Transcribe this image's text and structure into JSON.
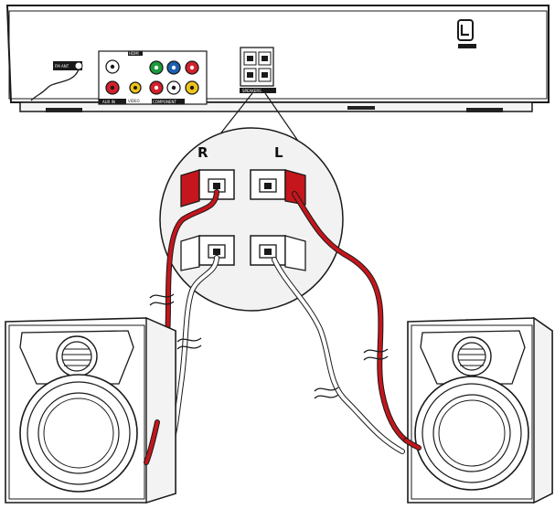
{
  "diagram": {
    "channel_labels": {
      "right": "R",
      "left": "L"
    },
    "panel_labels": {
      "antenna": "FM ANT",
      "audio_in": "AUX IN",
      "video": "VIDEO",
      "component": "COMPONENT",
      "hdmi": "HDMI",
      "speakers": "SPEAKERS"
    },
    "colors": {
      "positive_wire": "#c4161c",
      "negative_wire": "#ffffff",
      "outline": "#1a1a1a",
      "circle_fill": "#f2f2f2",
      "jack_green": "#1a9a3c",
      "jack_blue": "#1c5fb0",
      "jack_red": "#d4202a",
      "jack_yellow": "#f0c419"
    },
    "icons": [
      "speaker-terminal-icon",
      "speaker-icon",
      "rca-jack-icon",
      "power-socket-icon"
    ]
  }
}
